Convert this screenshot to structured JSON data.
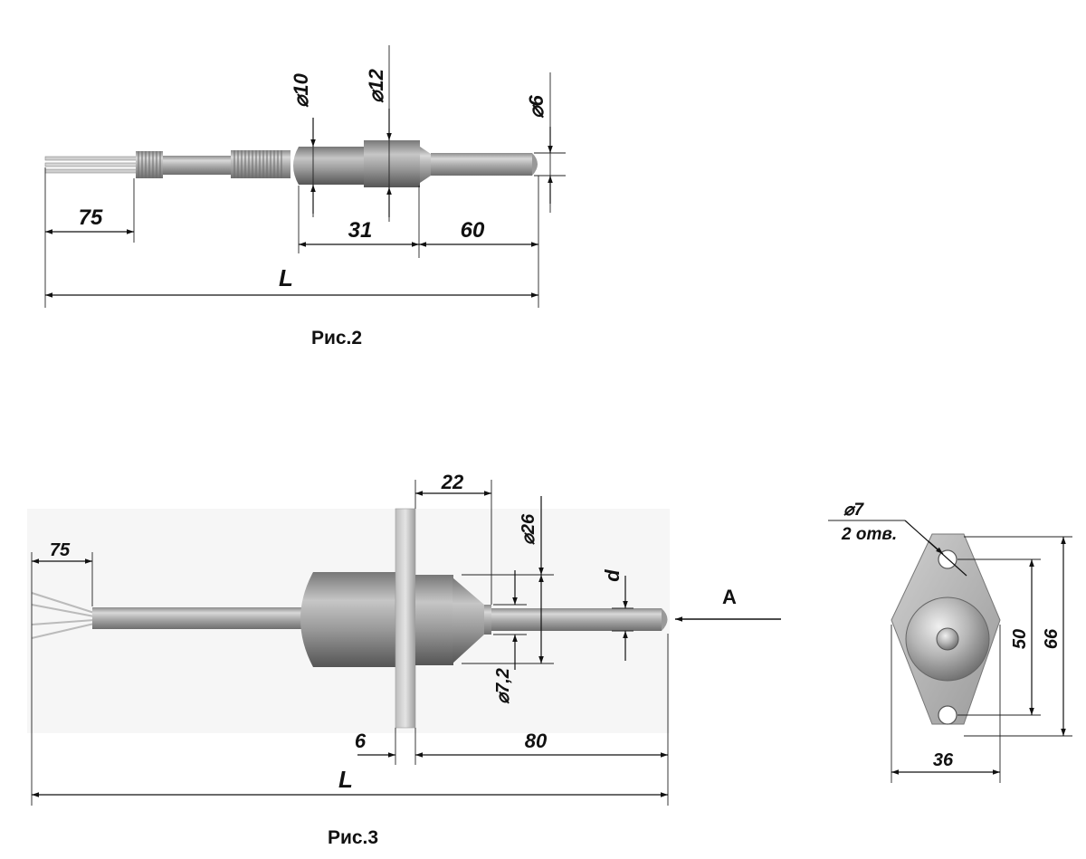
{
  "fig2": {
    "caption": "Рис.2",
    "d_left_leads": "75",
    "d_body": "31",
    "d_tip": "60",
    "total": "L",
    "dia_10": "⌀10",
    "dia_12": "⌀12",
    "dia_6": "⌀6"
  },
  "fig3": {
    "caption": "Рис.3",
    "d_leads": "75",
    "d_flange_to_end": "22",
    "dia_26": "⌀26",
    "dia_d": "d",
    "dia_72": "⌀7,2",
    "d_flange": "6",
    "d_80": "80",
    "total": "L",
    "view_arrow": "A"
  },
  "viewA": {
    "hole_dia": "⌀7",
    "hole_count": "2 отв.",
    "width": "36",
    "hole_pitch": "50",
    "height": "66"
  }
}
